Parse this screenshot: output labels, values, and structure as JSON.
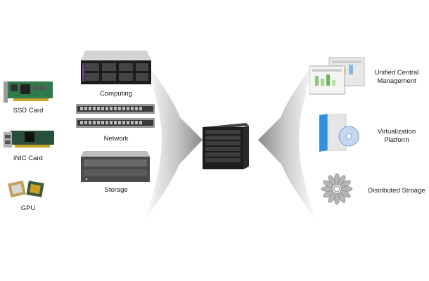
{
  "left_components": {
    "ssd_card": "SSD Card",
    "inic_card": "iNIC Card",
    "gpu": "GPU"
  },
  "center_components": {
    "computing": "Computing",
    "network": "Network",
    "storage": "Storage"
  },
  "right_components": {
    "management": "Unified Central Management",
    "virtualization": "Virtualization Platform",
    "storage": "Distributed Stroage"
  },
  "colors": {
    "arrow_gradient_dark": "#8a8a8a",
    "arrow_gradient_light": "#ffffff",
    "server_dark": "#1c1c1c",
    "pcb_green": "#2f7a4b",
    "virtualization_blue": "#2f8fe0"
  },
  "icons": {
    "ssd_card": "ssd-card-icon",
    "inic_card": "nic-card-icon",
    "gpu": "gpu-chip-icon",
    "computing": "rack-server-icon",
    "network": "network-switch-icon",
    "storage": "storage-array-icon",
    "center": "integrated-appliance-icon",
    "management": "management-console-icon",
    "virtualization": "virtualization-box-icon",
    "distributed_storage": "distributed-storage-icon"
  }
}
